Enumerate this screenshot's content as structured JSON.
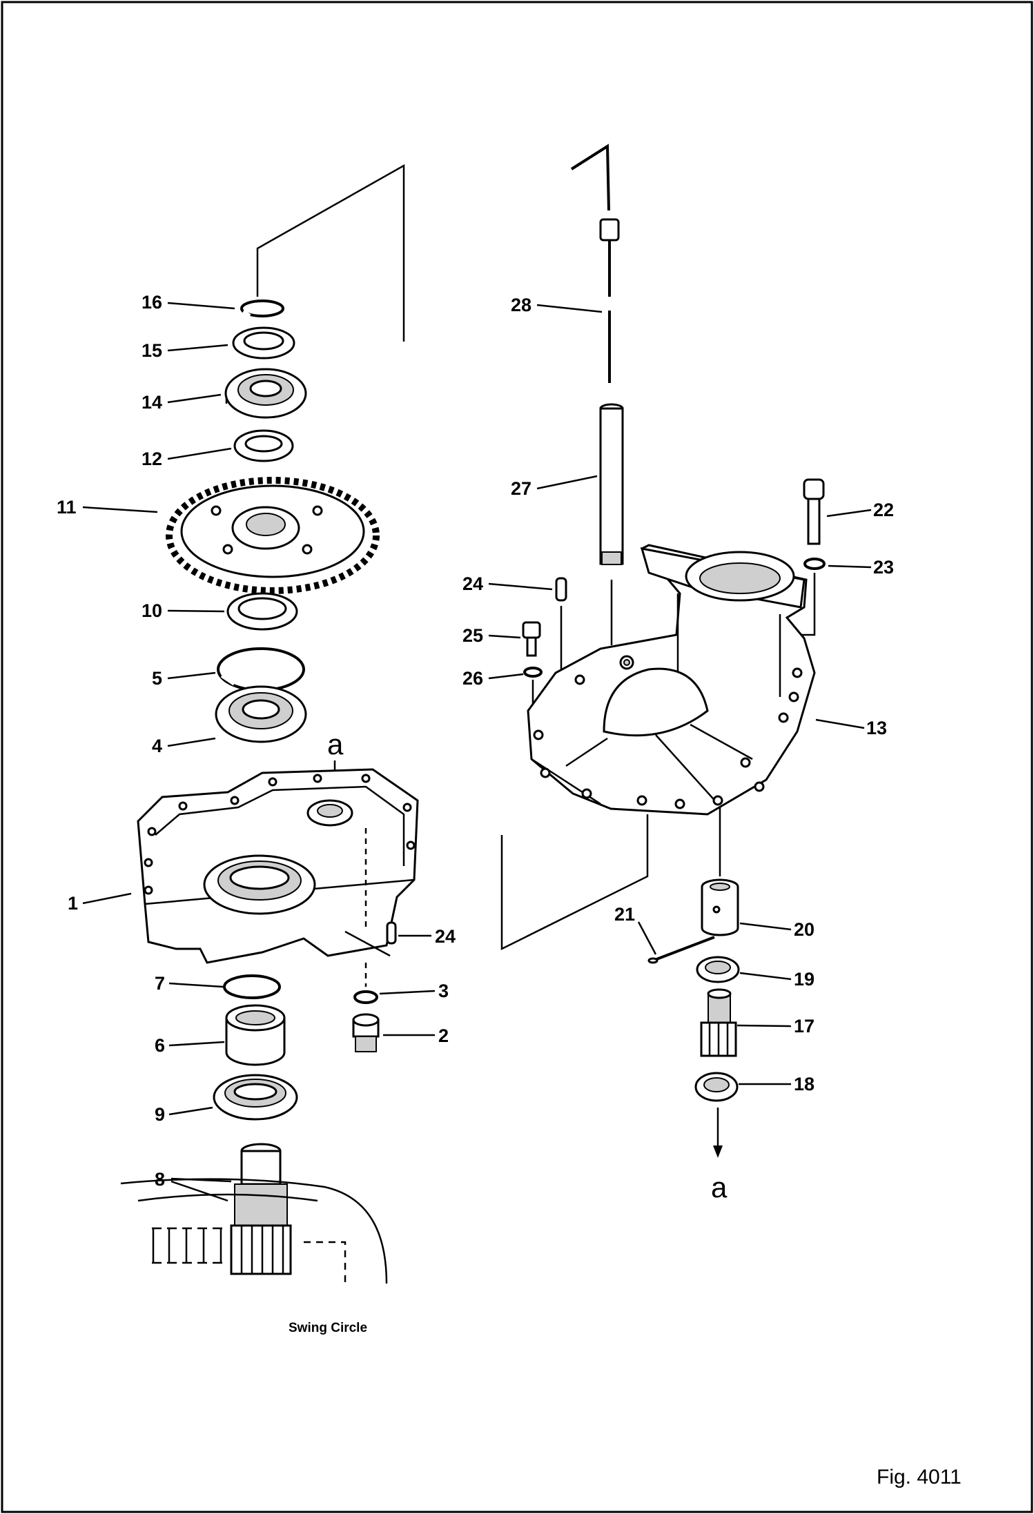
{
  "parts_left": [
    {
      "num": "16"
    },
    {
      "num": "15"
    },
    {
      "num": "14"
    },
    {
      "num": "12"
    },
    {
      "num": "11"
    },
    {
      "num": "10"
    },
    {
      "num": "5"
    },
    {
      "num": "4"
    },
    {
      "num": "1"
    },
    {
      "num": "7"
    },
    {
      "num": "6"
    },
    {
      "num": "9"
    },
    {
      "num": "8"
    },
    {
      "num": "24"
    },
    {
      "num": "3"
    },
    {
      "num": "2"
    }
  ],
  "parts_right": [
    {
      "num": "28"
    },
    {
      "num": "27"
    },
    {
      "num": "22"
    },
    {
      "num": "23"
    },
    {
      "num": "24"
    },
    {
      "num": "25"
    },
    {
      "num": "26"
    },
    {
      "num": "13"
    },
    {
      "num": "21"
    },
    {
      "num": "20"
    },
    {
      "num": "19"
    },
    {
      "num": "17"
    },
    {
      "num": "18"
    }
  ],
  "connection_marker": "a",
  "caption": "Swing Circle",
  "figure_label": "Fig. 4011"
}
